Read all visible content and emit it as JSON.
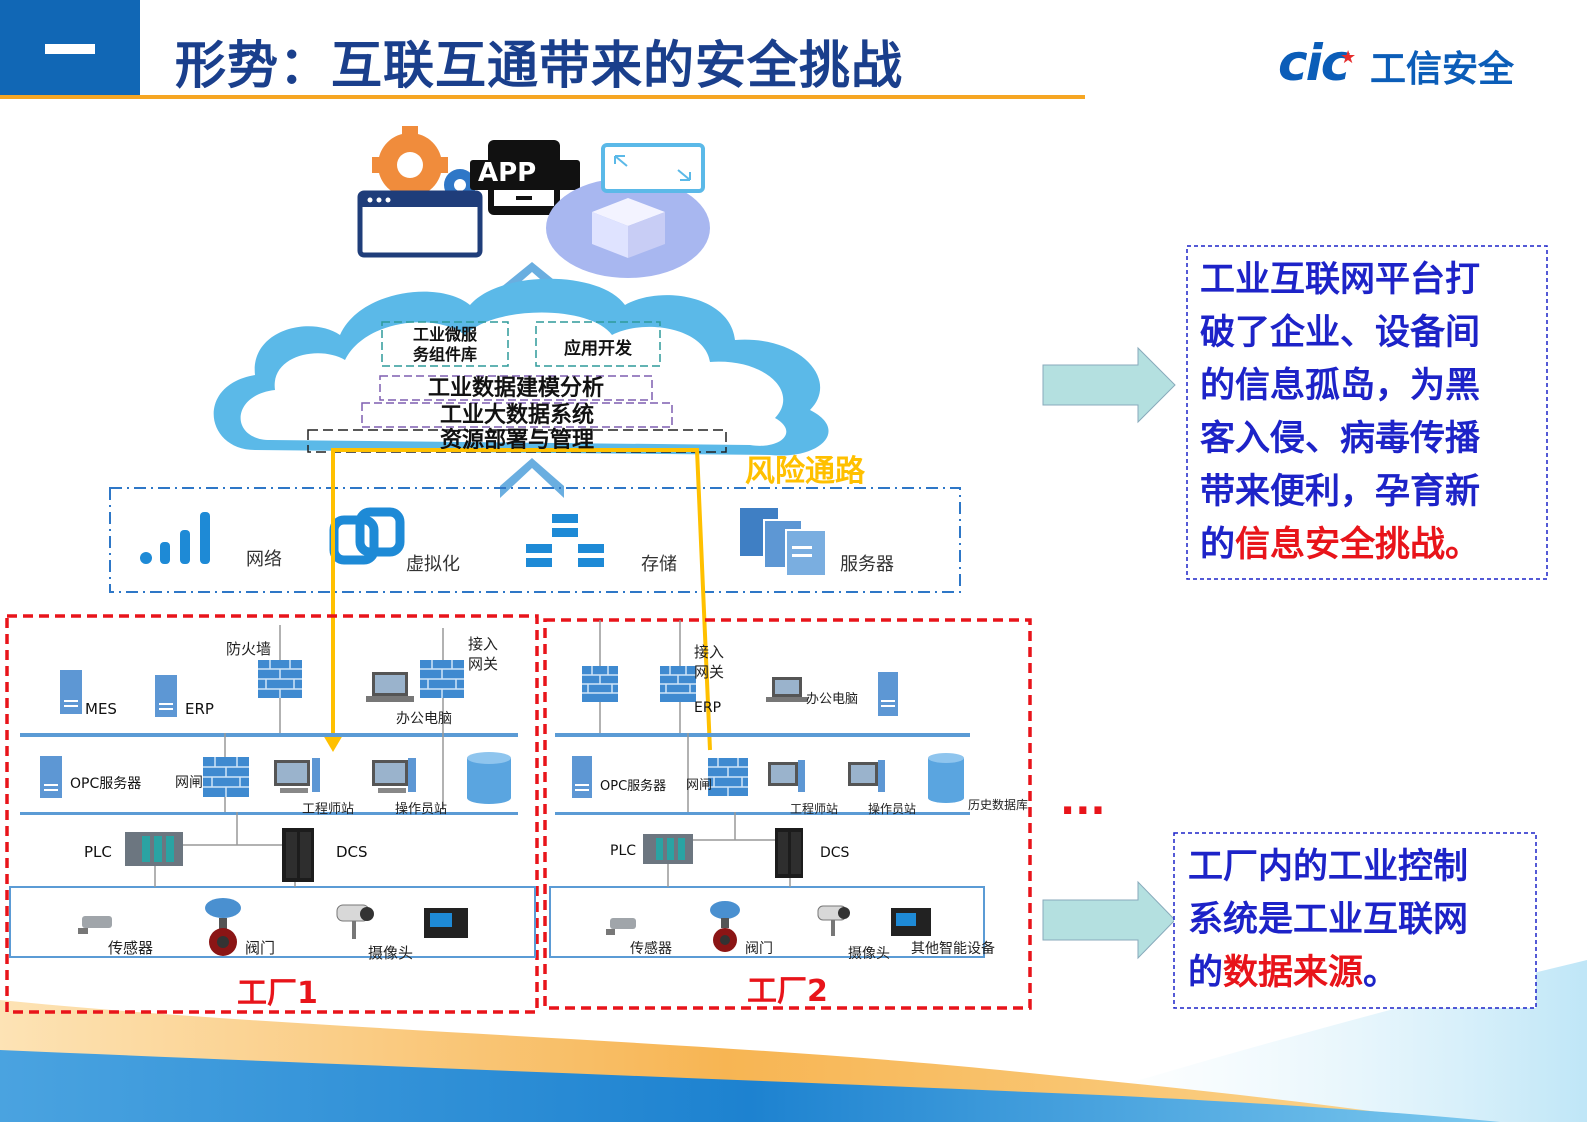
{
  "header": {
    "section_number": "一",
    "title": "形势：互联互通带来的安全挑战",
    "logo_mark": "cic",
    "logo_text": "工信安全"
  },
  "cloud": {
    "app_label": "APP",
    "microservice": "工业微服务组件库",
    "microservice_line1": "工业微服",
    "microservice_line2": "务组件库",
    "app_dev": "应用开发",
    "modeling": "工业数据建模分析",
    "bigdata": "工业大数据系统",
    "resource": "资源部署与管理"
  },
  "risk_path": "风险通路",
  "infrastructure": [
    {
      "label": "网络",
      "icon": "signal-icon"
    },
    {
      "label": "虚拟化",
      "icon": "virtualization-icon"
    },
    {
      "label": "存储",
      "icon": "storage-icon"
    },
    {
      "label": "服务器",
      "icon": "server-stack-icon"
    }
  ],
  "factory1": {
    "name": "工厂1",
    "firewall": "防火墙",
    "gateway_line1": "接入",
    "gateway_line2": "网关",
    "mes": "MES",
    "erp": "ERP",
    "office_pc": "办公电脑",
    "opc": "OPC服务器",
    "netgate": "网闸",
    "engineer": "工程师站",
    "operator": "操作员站",
    "plc": "PLC",
    "dcs": "DCS",
    "sensor": "传感器",
    "valve": "阀门",
    "camera": "摄像头"
  },
  "factory2": {
    "name": "工厂2",
    "gateway_line1": "接入",
    "gateway_line2": "网关",
    "erp": "ERP",
    "office_pc": "办公电脑",
    "opc": "OPC服务器",
    "netgate": "网闸",
    "engineer": "工程师站",
    "operator": "操作员站",
    "history_db": "历史数据库",
    "plc": "PLC",
    "dcs": "DCS",
    "sensor": "传感器",
    "valve": "阀门",
    "camera": "摄像头",
    "other": "其他智能设备"
  },
  "more": "...",
  "callout1": {
    "lines": [
      "工业互联网平台打",
      "破了企业、设备间",
      "的信息孤岛，为黑",
      "客入侵、病毒传播",
      "带来便利，孕育新"
    ],
    "last_prefix": "的",
    "last_highlight": "信息安全挑战",
    "last_suffix": "。"
  },
  "callout2": {
    "lines": [
      "工厂内的工业控制",
      "系统是工业互联网"
    ],
    "last_prefix": "的",
    "last_highlight": "数据来源",
    "last_suffix": "。"
  },
  "colors": {
    "brand_blue": "#1167b5",
    "title_blue": "#1a3f8c",
    "accent_orange": "#f6a623",
    "alert_red": "#e8141a",
    "risk_yellow": "#ffc000",
    "text_blue": "#1d23c8",
    "cloud_blue": "#5bb9e8",
    "arrow_teal": "#b4e0e0"
  }
}
